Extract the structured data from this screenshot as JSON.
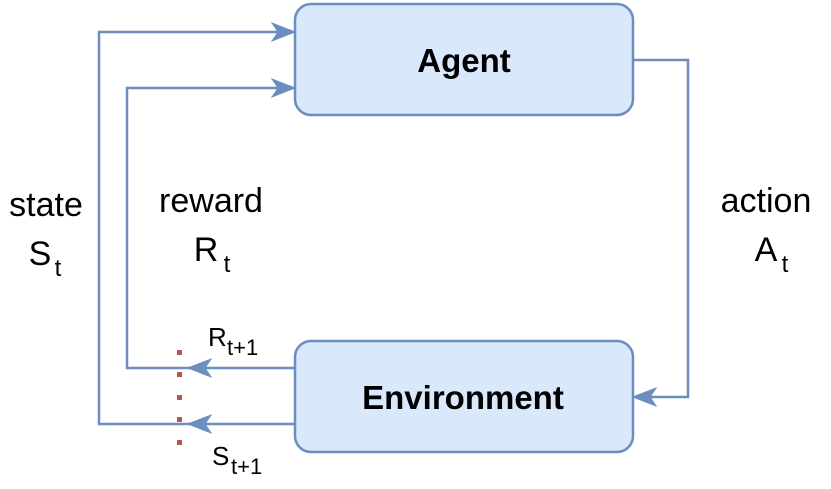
{
  "diagram": {
    "nodes": {
      "agent": {
        "label": "Agent"
      },
      "environment": {
        "label": "Environment"
      }
    },
    "edges": {
      "state": {
        "word": "state",
        "symbol": "S",
        "subscript": "t"
      },
      "reward": {
        "word": "reward",
        "symbol": "R",
        "subscript": "t"
      },
      "action": {
        "word": "action",
        "symbol": "A",
        "subscript": "t"
      },
      "next_reward": {
        "symbol": "R",
        "subscript": "t+1"
      },
      "next_state": {
        "symbol": "S",
        "subscript": "t+1"
      }
    },
    "colors": {
      "box_fill": "#dae8fc",
      "box_stroke": "#6c8ebf",
      "arrow": "#6c8ebf",
      "separator_dots": "#b85450"
    }
  }
}
